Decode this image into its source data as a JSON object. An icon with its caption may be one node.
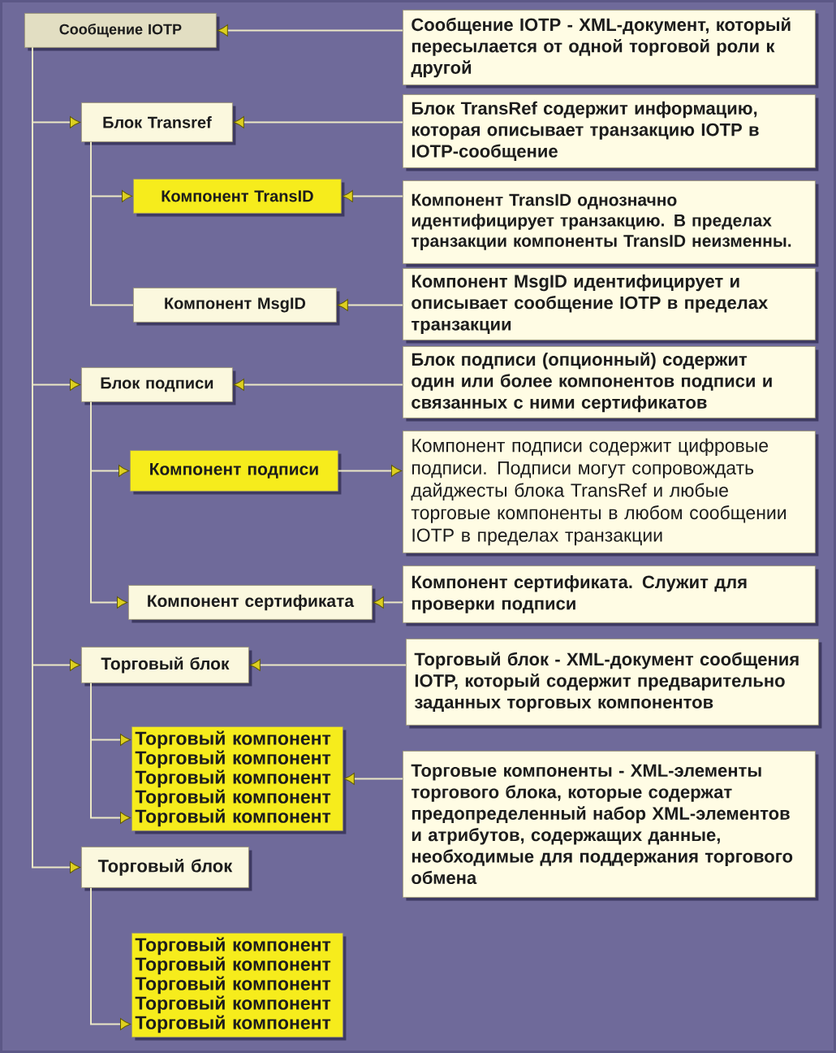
{
  "diagram": {
    "nodes": [
      {
        "text": [
          "Сообщение IOTP"
        ]
      },
      {
        "text": [
          "Сообщение IOTP - XML-документ, который пересылается от одной торговой роли к другой"
        ]
      },
      {
        "text": [
          "Блок Transref"
        ]
      },
      {
        "text": [
          "Блок TransRef содержит информацию, которая описывает транзакцию IOTP в IOTP-сообщение"
        ]
      },
      {
        "text": [
          "Компонент TransID"
        ]
      },
      {
        "text": [
          "Компонент TransID однозначно идентифицирует транзакцию. В пределах транзакции компоненты TransID неизменны."
        ]
      },
      {
        "text": [
          "Компонент MsgID"
        ]
      },
      {
        "text": [
          "Компонент MsgID идентифицирует и описывает сообщение IOTP в пределах транзакции"
        ]
      },
      {
        "text": [
          "Блок подписи"
        ]
      },
      {
        "text": [
          "Блок подписи (опционный) содержит один или более компонентов подписи и связанных с ними сертификатов"
        ]
      },
      {
        "text": [
          "Компонент подписи"
        ]
      },
      {
        "text": [
          "Компонент подписи содержит цифровые подписи. Подписи могут сопровождать дайджесты блока TransRef и любые торговые компоненты в любом сообщении IOTP в пределах транзакции"
        ]
      },
      {
        "text": [
          "Компонент сертификата"
        ]
      },
      {
        "text": [
          "Компонент сертификата. Служит для проверки подписи"
        ]
      },
      {
        "text": [
          "Торговый блок"
        ]
      },
      {
        "text": [
          "Торговый блок - XML-документ сообщения IOTP, который содержит предварительно заданных торговых компонентов"
        ]
      },
      {
        "text": [],
        "shape": "box"
      },
      {
        "text": [
          "Торговый компонент"
        ],
        "in": 16
      },
      {
        "text": [
          "Торговый компонент"
        ],
        "in": 16
      },
      {
        "text": [
          "Торговый компонент"
        ],
        "in": 16
      },
      {
        "text": [
          "Торговый компонент"
        ],
        "in": 16
      },
      {
        "text": [
          "Торговый компонент"
        ],
        "in": 16
      },
      {
        "text": [
          "Торговые компоненты - XML-элементы торгового блока, которые содержат предопределенный набор XML-элементов и атрибутов, содержащих данные, необходимые для поддержания торгового обмена"
        ]
      },
      {
        "text": [
          "Торговый блок"
        ]
      },
      {
        "text": [],
        "shape": "box"
      },
      {
        "text": [
          "Торговый компонент"
        ],
        "in": 24
      },
      {
        "text": [
          "Торговый компонент"
        ],
        "in": 24
      },
      {
        "text": [
          "Торговый компонент"
        ],
        "in": 24
      },
      {
        "text": [
          "Торговый компонент"
        ],
        "in": 24
      },
      {
        "text": [
          "Торговый компонент"
        ],
        "in": 24
      }
    ],
    "edges": [
      {
        "from": 0,
        "to": 2,
        "arrow": "to"
      },
      {
        "from": 0,
        "to": 8,
        "arrow": "to"
      },
      {
        "from": 0,
        "to": 14,
        "arrow": "to"
      },
      {
        "from": 0,
        "to": 23,
        "arrow": "to"
      },
      {
        "from": 2,
        "to": 4,
        "arrow": "to"
      },
      {
        "from": 2,
        "to": 6,
        "arrow": "none"
      },
      {
        "from": 8,
        "to": 10,
        "arrow": "to"
      },
      {
        "from": 8,
        "to": 12,
        "arrow": "to"
      },
      {
        "from": 14,
        "to": 17,
        "arrow": "to"
      },
      {
        "from": 14,
        "to": 21,
        "arrow": "to"
      },
      {
        "from": 23,
        "to": 29,
        "arrow": "to"
      },
      {
        "from": 1,
        "to": 0,
        "arrow": "to"
      },
      {
        "from": 3,
        "to": 2,
        "arrow": "to"
      },
      {
        "from": 5,
        "to": 4,
        "arrow": "to"
      },
      {
        "from": 7,
        "to": 6,
        "arrow": "to"
      },
      {
        "from": 9,
        "to": 8,
        "arrow": "to"
      },
      {
        "from": 10,
        "to": 11,
        "arrow": "to"
      },
      {
        "from": 13,
        "to": 12,
        "arrow": "to"
      },
      {
        "from": 15,
        "to": 14,
        "arrow": "to"
      },
      {
        "from": 22,
        "to": 16,
        "arrow": "to"
      }
    ]
  }
}
